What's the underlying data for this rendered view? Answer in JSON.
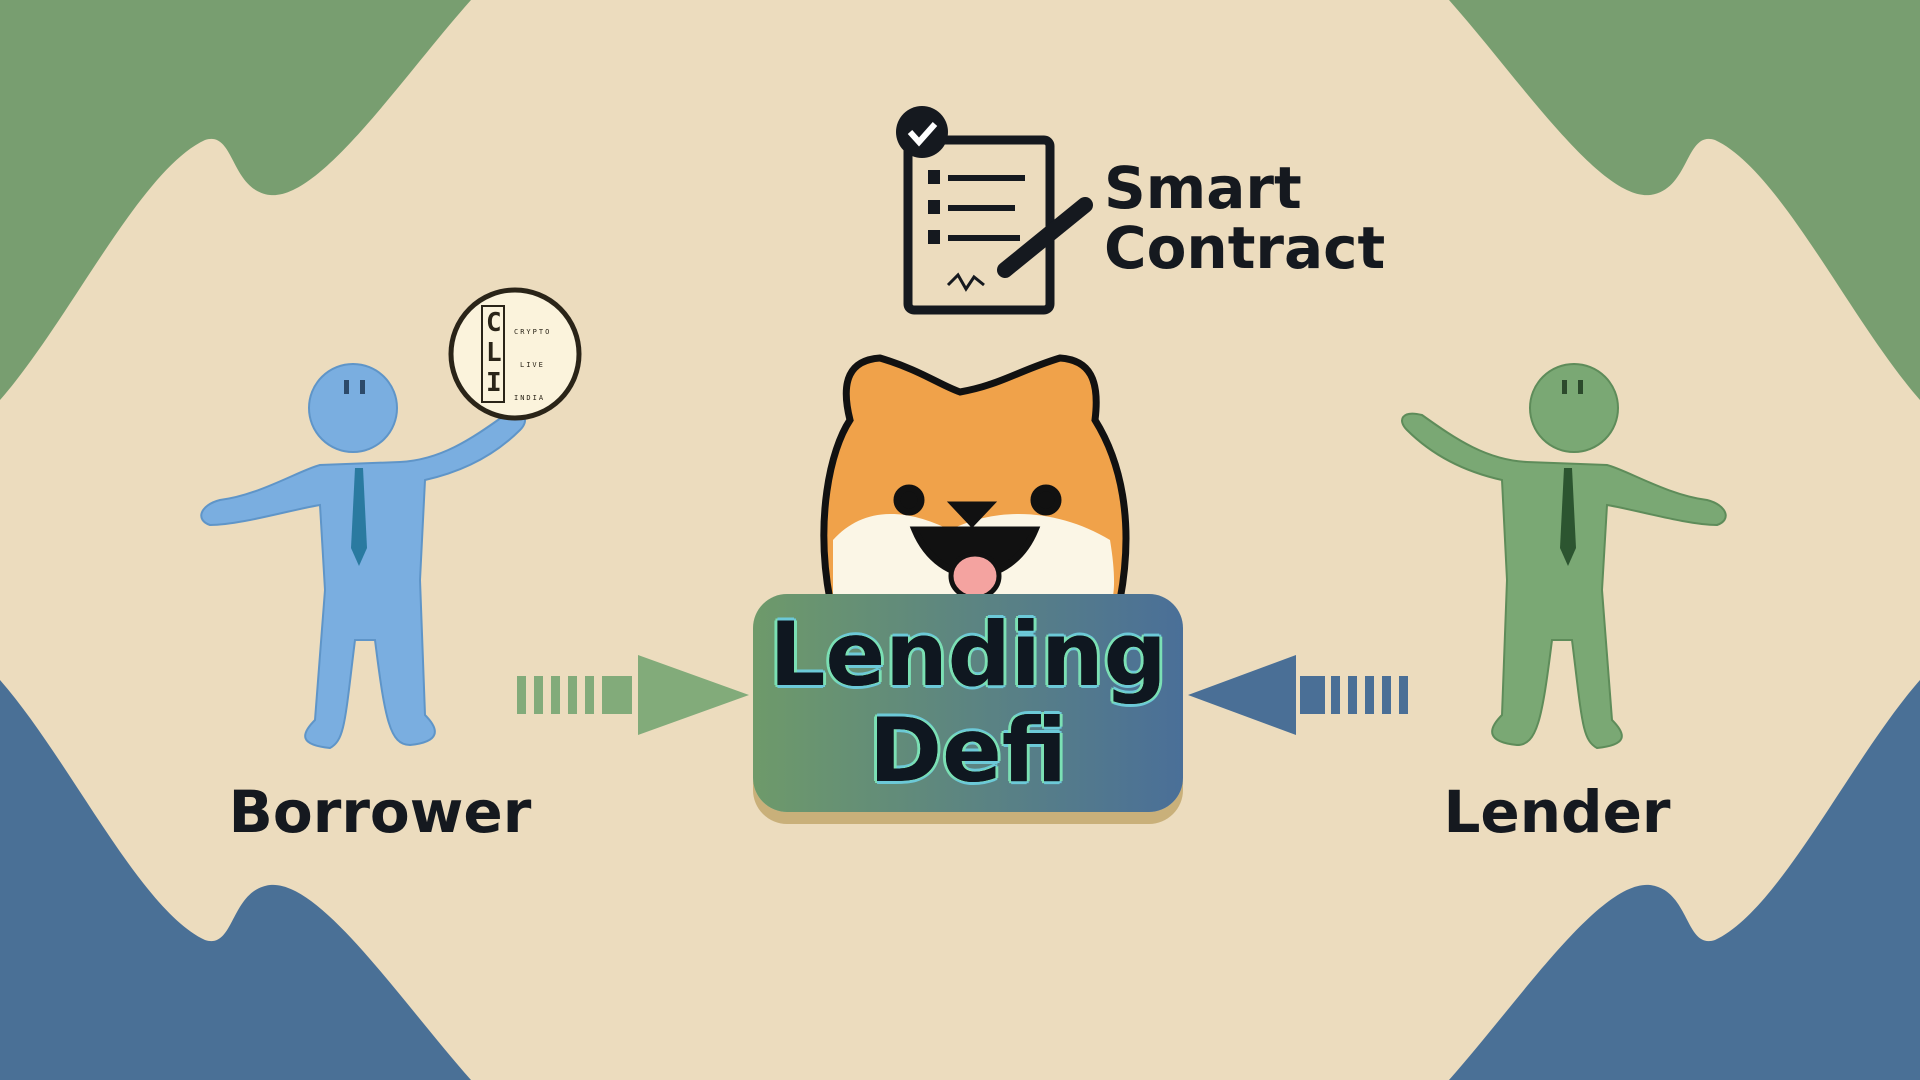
{
  "smart_contract": {
    "line1": "Smart",
    "line2": "Contract",
    "icon": "checklist-contract-icon"
  },
  "center": {
    "line1": "Lending",
    "line2": "Defi",
    "mascot": "shiba-dog-icon"
  },
  "borrower": {
    "label": "Borrower",
    "coin_letters": [
      "C",
      "L",
      "I"
    ],
    "coin_words": [
      "CRYPTO",
      "LIVE",
      "INDIA"
    ]
  },
  "lender": {
    "label": "Lender"
  },
  "colors": {
    "background": "#ecdcbe",
    "green": "#789e70",
    "blue": "#4a7096",
    "borrower": "#7aaee0",
    "lender": "#7aa874"
  }
}
